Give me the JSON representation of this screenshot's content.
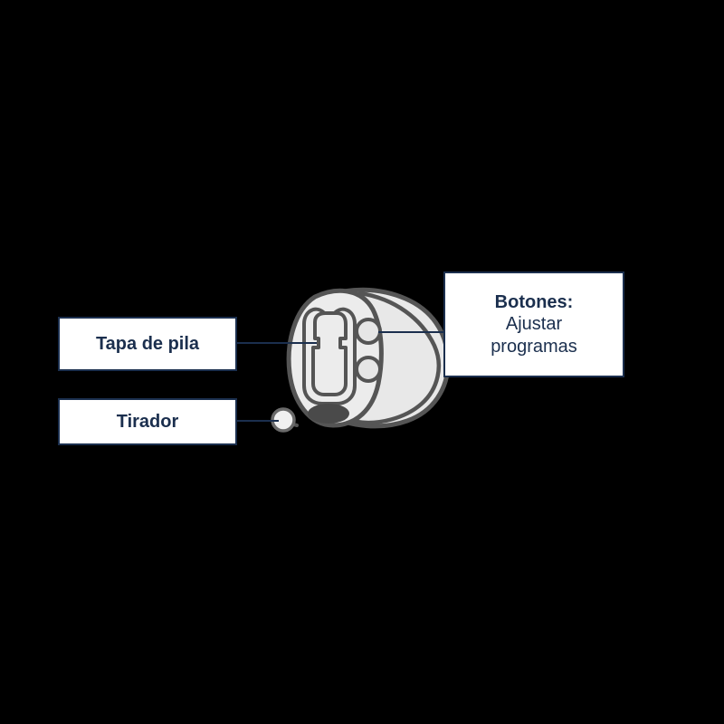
{
  "diagram": {
    "title": "Hearing aid parts diagram",
    "language": "es",
    "background_color": "#000000",
    "accent_color": "#1b2f4e",
    "box_fill": "#ffffff",
    "device_fill": "#e8e8e8",
    "device_stroke": "#555555"
  },
  "callouts": [
    {
      "id": "tapa-de-pila",
      "lines": [
        {
          "text": "Tapa de pila",
          "bold": true
        }
      ]
    },
    {
      "id": "tirador",
      "lines": [
        {
          "text": "Tirador",
          "bold": true
        }
      ]
    },
    {
      "id": "botones",
      "lines": [
        {
          "text": "Botones:",
          "bold": true
        },
        {
          "text": "Ajustar",
          "bold": false
        },
        {
          "text": "programas",
          "bold": false
        }
      ]
    }
  ],
  "labels": {
    "tapa_de_pila": "Tapa de pila",
    "tirador": "Tirador",
    "botones_title": "Botones:",
    "botones_line2": "Ajustar",
    "botones_line3": "programas"
  },
  "device": {
    "name": "in-the-ear hearing aid",
    "parts": [
      "shell",
      "faceplate",
      "battery-door",
      "push-button-upper",
      "push-button-lower",
      "microphone-port",
      "removal-handle"
    ]
  }
}
